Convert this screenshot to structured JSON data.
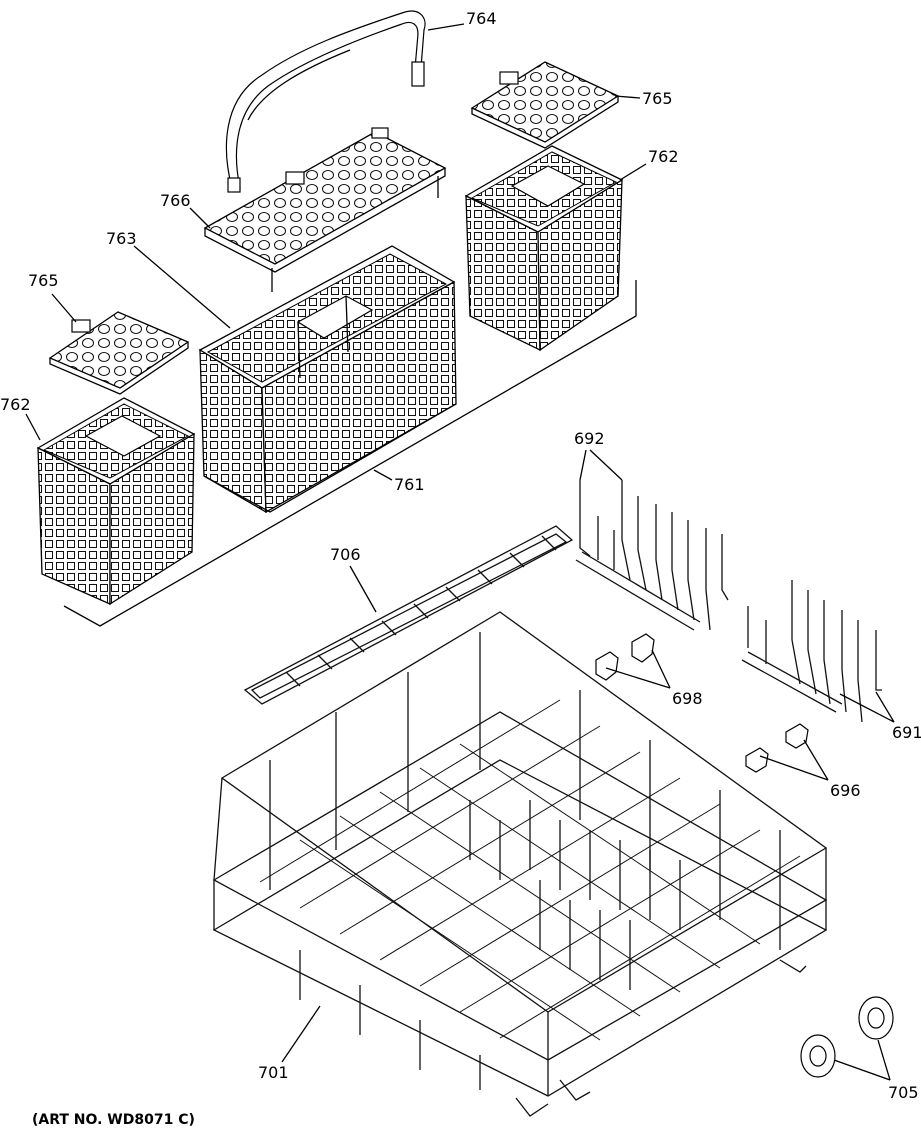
{
  "diagram": {
    "art_number": "(ART NO. WD8071 C)",
    "callouts": {
      "c764": "764",
      "c765_right": "765",
      "c762_right": "762",
      "c766": "766",
      "c763": "763",
      "c765_left": "765",
      "c762_left": "762",
      "c761": "761",
      "c692": "692",
      "c706": "706",
      "c698": "698",
      "c691": "691",
      "c696": "696",
      "c701": "701",
      "c705": "705"
    }
  }
}
